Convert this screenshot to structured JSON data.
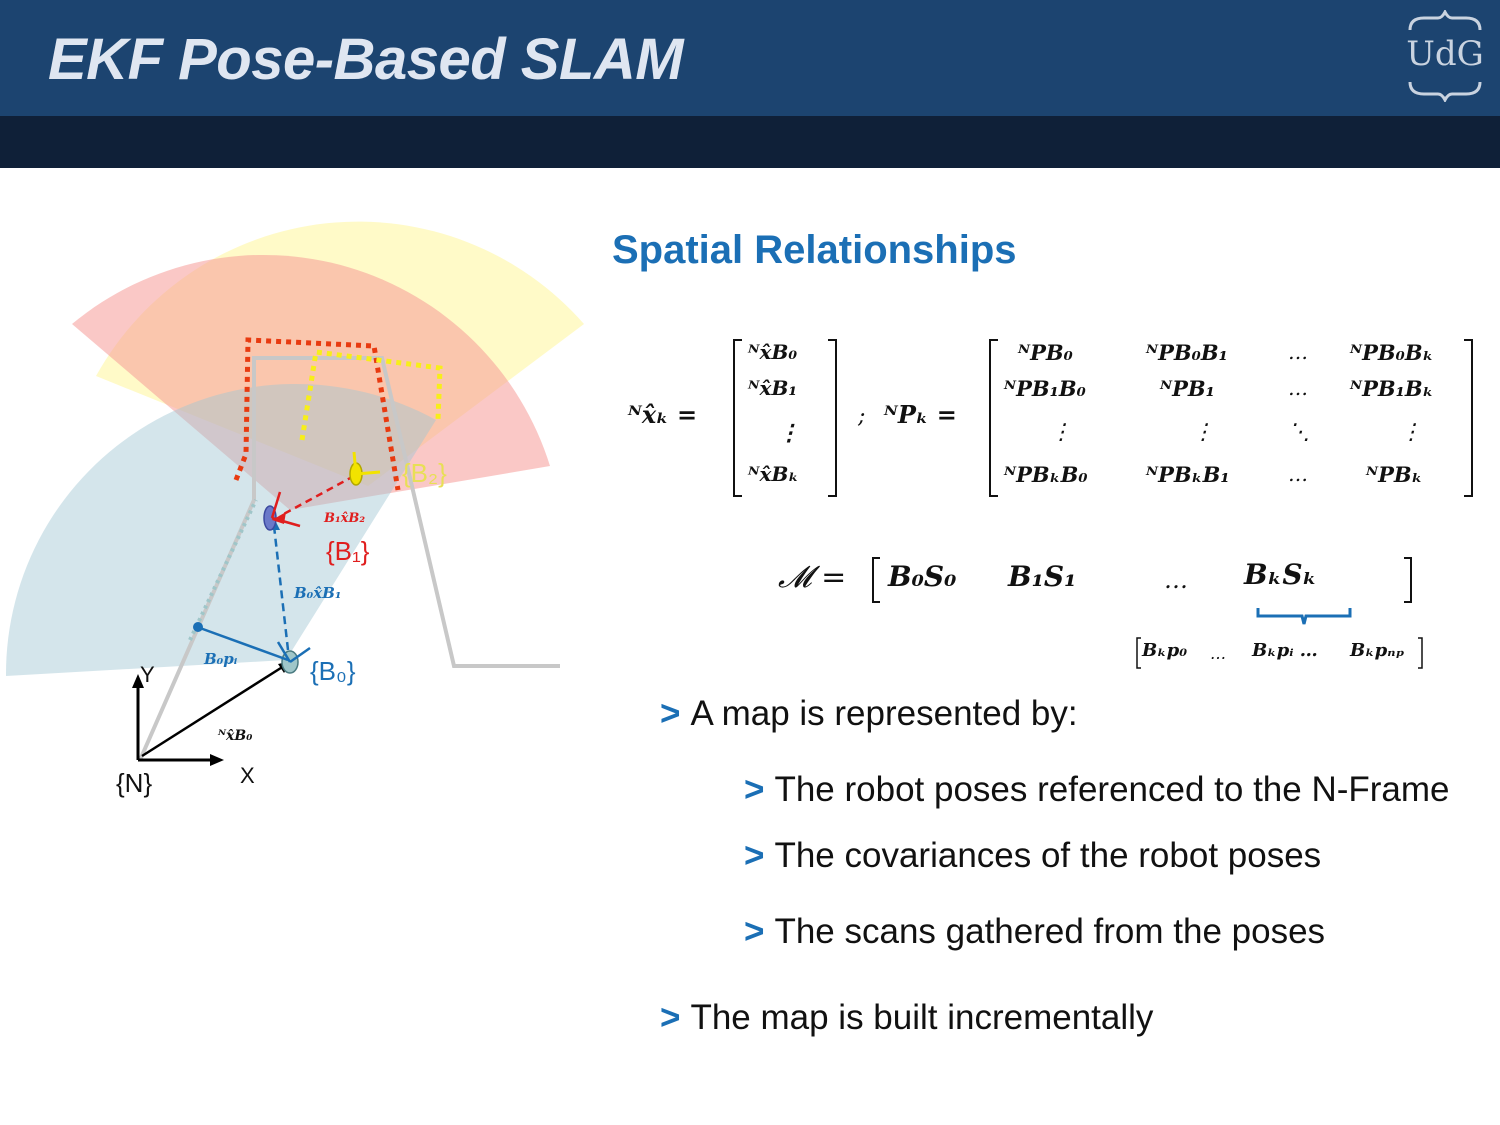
{
  "header": {
    "title": "EKF Pose-Based SLAM",
    "logo_text": "UdG"
  },
  "figure": {
    "frame_n": "{N}",
    "axis_x": "X",
    "axis_y": "Y",
    "frame_b0": "{B₀}",
    "frame_b1": "{B₁}",
    "frame_b2": "{B₂}",
    "label_pose_b0": "ᴺx̂B₀",
    "label_b0_pi": "B₀pᵢ",
    "label_b0_b1": "B₀x̂B₁",
    "label_b1_b2": "B₁x̂B₂",
    "colors": {
      "blue": "#1b6fb5",
      "red": "#e01e1e",
      "yellow": "#f2e300"
    }
  },
  "section": {
    "title": "Spatial Relationships"
  },
  "equations": {
    "xk_lhs": "ᴺx̂ₖ =",
    "xk_entries": [
      "ᴺx̂B₀",
      "ᴺx̂B₁",
      "⋮",
      "ᴺx̂Bₖ"
    ],
    "separator": ";",
    "pk_lhs": "ᴺPₖ =",
    "pk_rows": [
      [
        "ᴺPB₀",
        "ᴺPB₀B₁",
        "…",
        "ᴺPB₀Bₖ"
      ],
      [
        "ᴺPB₁B₀",
        "ᴺPB₁",
        "…",
        "ᴺPB₁Bₖ"
      ],
      [
        "⋮",
        "⋮",
        "⋱",
        "⋮"
      ],
      [
        "ᴺPBₖB₀",
        "ᴺPBₖB₁",
        "…",
        "ᴺPBₖ"
      ]
    ],
    "map_lhs": "𝓜 =",
    "map_entries": [
      "B₀S₀",
      "B₁S₁",
      "…",
      "BₖSₖ"
    ],
    "scan_entries": [
      "Bₖp₀",
      "…",
      "Bₖpᵢ …",
      "Bₖpₙₚ"
    ]
  },
  "bullets": [
    {
      "marker": ">",
      "text": "A map is represented by:"
    },
    {
      "marker": ">",
      "text": "The robot poses referenced to the N-Frame"
    },
    {
      "marker": ">",
      "text": "The covariances of the robot poses"
    },
    {
      "marker": ">",
      "text": "The scans gathered from the poses"
    },
    {
      "marker": ">",
      "text": "The map is built incrementally"
    }
  ]
}
